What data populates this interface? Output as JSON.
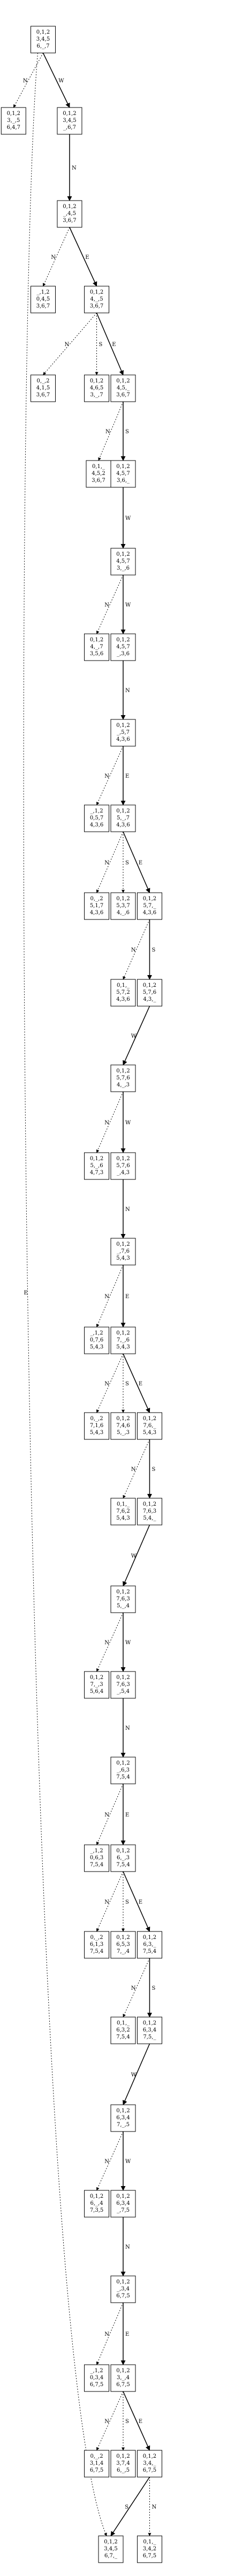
{
  "nodes": [
    {
      "id": "n0",
      "lines": [
        "0,1,2",
        "3,4,5",
        "6,_,7"
      ]
    },
    {
      "id": "n1",
      "lines": [
        "0,1,2",
        "3,_,5",
        "6,4,7"
      ]
    },
    {
      "id": "n2",
      "lines": [
        "0,1,2",
        "3,4,5",
        "_,6,7"
      ]
    },
    {
      "id": "n3",
      "lines": [
        "0,1,2",
        "_,4,5",
        "3,6,7"
      ]
    },
    {
      "id": "n4",
      "lines": [
        "_,1,2",
        "0,4,5",
        "3,6,7"
      ]
    },
    {
      "id": "n5",
      "lines": [
        "0,1,2",
        "4,_,5",
        "3,6,7"
      ]
    },
    {
      "id": "n6",
      "lines": [
        "0,_,2",
        "4,1,5",
        "3,6,7"
      ]
    },
    {
      "id": "n7",
      "lines": [
        "0,1,2",
        "4,6,5",
        "3,_,7"
      ]
    },
    {
      "id": "n8",
      "lines": [
        "0,1,2",
        "4,5,_",
        "3,6,7"
      ]
    },
    {
      "id": "n9",
      "lines": [
        "0,1,_",
        "4,5,2",
        "3,6,7"
      ]
    },
    {
      "id": "n10",
      "lines": [
        "0,1,2",
        "4,5,7",
        "3,6,_"
      ]
    },
    {
      "id": "n11",
      "lines": [
        "0,1,2",
        "4,5,7",
        "3,_,6"
      ]
    },
    {
      "id": "n12",
      "lines": [
        "0,1,2",
        "4,_,7",
        "3,5,6"
      ]
    },
    {
      "id": "n13",
      "lines": [
        "0,1,2",
        "4,5,7",
        "_,3,6"
      ]
    },
    {
      "id": "n14",
      "lines": [
        "0,1,2",
        "_,5,7",
        "4,3,6"
      ]
    },
    {
      "id": "n15",
      "lines": [
        "_,1,2",
        "0,5,7",
        "4,3,6"
      ]
    },
    {
      "id": "n16",
      "lines": [
        "0,1,2",
        "5,_,7",
        "4,3,6"
      ]
    },
    {
      "id": "n17",
      "lines": [
        "0,_,2",
        "5,1,7",
        "4,3,6"
      ]
    },
    {
      "id": "n18",
      "lines": [
        "0,1,2",
        "5,3,7",
        "4,_,6"
      ]
    },
    {
      "id": "n19",
      "lines": [
        "0,1,2",
        "5,7,_",
        "4,3,6"
      ]
    },
    {
      "id": "n20",
      "lines": [
        "0,1,_",
        "5,7,2",
        "4,3,6"
      ]
    },
    {
      "id": "n21",
      "lines": [
        "0,1,2",
        "5,7,6",
        "4,3,_"
      ]
    },
    {
      "id": "n22",
      "lines": [
        "0,1,2",
        "5,7,6",
        "4,_,3"
      ]
    },
    {
      "id": "n23",
      "lines": [
        "0,1,2",
        "5,_,6",
        "4,7,3"
      ]
    },
    {
      "id": "n24",
      "lines": [
        "0,1,2",
        "5,7,6",
        "_,4,3"
      ]
    },
    {
      "id": "n25",
      "lines": [
        "0,1,2",
        "_,7,6",
        "5,4,3"
      ]
    },
    {
      "id": "n26",
      "lines": [
        "_,1,2",
        "0,7,6",
        "5,4,3"
      ]
    },
    {
      "id": "n27",
      "lines": [
        "0,1,2",
        "7,_,6",
        "5,4,3"
      ]
    },
    {
      "id": "n28",
      "lines": [
        "0,_,2",
        "7,1,6",
        "5,4,3"
      ]
    },
    {
      "id": "n29",
      "lines": [
        "0,1,2",
        "7,4,6",
        "5,_,3"
      ]
    },
    {
      "id": "n30",
      "lines": [
        "0,1,2",
        "7,6,_",
        "5,4,3"
      ]
    },
    {
      "id": "n31",
      "lines": [
        "0,1,_",
        "7,6,2",
        "5,4,3"
      ]
    },
    {
      "id": "n32",
      "lines": [
        "0,1,2",
        "7,6,3",
        "5,4,_"
      ]
    },
    {
      "id": "n33",
      "lines": [
        "0,1,2",
        "7,6,3",
        "5,_,4"
      ]
    },
    {
      "id": "n34",
      "lines": [
        "0,1,2",
        "7,_,3",
        "5,6,4"
      ]
    },
    {
      "id": "n35",
      "lines": [
        "0,1,2",
        "7,6,3",
        "_,5,4"
      ]
    },
    {
      "id": "n36",
      "lines": [
        "0,1,2",
        "_,6,3",
        "7,5,4"
      ]
    },
    {
      "id": "n37",
      "lines": [
        "_,1,2",
        "0,6,3",
        "7,5,4"
      ]
    },
    {
      "id": "n38",
      "lines": [
        "0,1,2",
        "6,_,3",
        "7,5,4"
      ]
    },
    {
      "id": "n39",
      "lines": [
        "0,_,2",
        "6,1,3",
        "7,5,4"
      ]
    },
    {
      "id": "n40",
      "lines": [
        "0,1,2",
        "6,5,3",
        "7,_,4"
      ]
    },
    {
      "id": "n41",
      "lines": [
        "0,1,2",
        "6,3,_",
        "7,5,4"
      ]
    },
    {
      "id": "n42",
      "lines": [
        "0,1,_",
        "6,3,2",
        "7,5,4"
      ]
    },
    {
      "id": "n43",
      "lines": [
        "0,1,2",
        "6,3,4",
        "7,5,_"
      ]
    },
    {
      "id": "n44",
      "lines": [
        "0,1,2",
        "6,3,4",
        "7,_,5"
      ]
    },
    {
      "id": "n45",
      "lines": [
        "0,1,2",
        "6,_,4",
        "7,3,5"
      ]
    },
    {
      "id": "n46",
      "lines": [
        "0,1,2",
        "6,3,4",
        "_,7,5"
      ]
    },
    {
      "id": "n47",
      "lines": [
        "0,1,2",
        "_,3,4",
        "6,7,5"
      ]
    },
    {
      "id": "n48",
      "lines": [
        "_,1,2",
        "0,3,4",
        "6,7,5"
      ]
    },
    {
      "id": "n49",
      "lines": [
        "0,1,2",
        "3,_,4",
        "6,7,5"
      ]
    },
    {
      "id": "n50",
      "lines": [
        "0,_,2",
        "3,1,4",
        "6,7,5"
      ]
    },
    {
      "id": "n51",
      "lines": [
        "0,1,2",
        "3,7,4",
        "6,_,5"
      ]
    },
    {
      "id": "n52",
      "lines": [
        "0,1,2",
        "3,4,_",
        "6,7,5"
      ]
    },
    {
      "id": "n53",
      "lines": [
        "0,1,_",
        "3,4,2",
        "6,7,5"
      ]
    },
    {
      "id": "n54",
      "lines": [
        "0,1,2",
        "3,4,5",
        "6,7,_"
      ]
    }
  ],
  "edges": [
    {
      "from": "n0",
      "to": "n1",
      "label": "N",
      "style": "dotted"
    },
    {
      "from": "n0",
      "to": "n2",
      "label": "W",
      "style": "solid"
    },
    {
      "from": "n0",
      "to": "n54",
      "label": "E",
      "style": "dotted"
    },
    {
      "from": "n2",
      "to": "n3",
      "label": "N",
      "style": "solid"
    },
    {
      "from": "n3",
      "to": "n4",
      "label": "N",
      "style": "dotted"
    },
    {
      "from": "n3",
      "to": "n5",
      "label": "E",
      "style": "solid"
    },
    {
      "from": "n5",
      "to": "n6",
      "label": "N",
      "style": "dotted"
    },
    {
      "from": "n5",
      "to": "n7",
      "label": "S",
      "style": "dotted"
    },
    {
      "from": "n5",
      "to": "n8",
      "label": "E",
      "style": "solid"
    },
    {
      "from": "n8",
      "to": "n9",
      "label": "N",
      "style": "dotted"
    },
    {
      "from": "n8",
      "to": "n10",
      "label": "S",
      "style": "solid"
    },
    {
      "from": "n10",
      "to": "n11",
      "label": "W",
      "style": "solid"
    },
    {
      "from": "n11",
      "to": "n12",
      "label": "N",
      "style": "dotted"
    },
    {
      "from": "n11",
      "to": "n13",
      "label": "W",
      "style": "solid"
    },
    {
      "from": "n13",
      "to": "n14",
      "label": "N",
      "style": "solid"
    },
    {
      "from": "n14",
      "to": "n15",
      "label": "N",
      "style": "dotted"
    },
    {
      "from": "n14",
      "to": "n16",
      "label": "E",
      "style": "solid"
    },
    {
      "from": "n16",
      "to": "n17",
      "label": "N",
      "style": "dotted"
    },
    {
      "from": "n16",
      "to": "n18",
      "label": "S",
      "style": "dotted"
    },
    {
      "from": "n16",
      "to": "n19",
      "label": "E",
      "style": "solid"
    },
    {
      "from": "n19",
      "to": "n20",
      "label": "N",
      "style": "dotted"
    },
    {
      "from": "n19",
      "to": "n21",
      "label": "S",
      "style": "solid"
    },
    {
      "from": "n21",
      "to": "n22",
      "label": "W",
      "style": "solid"
    },
    {
      "from": "n22",
      "to": "n23",
      "label": "N",
      "style": "dotted"
    },
    {
      "from": "n22",
      "to": "n24",
      "label": "W",
      "style": "solid"
    },
    {
      "from": "n24",
      "to": "n25",
      "label": "N",
      "style": "solid"
    },
    {
      "from": "n25",
      "to": "n26",
      "label": "N",
      "style": "dotted"
    },
    {
      "from": "n25",
      "to": "n27",
      "label": "E",
      "style": "solid"
    },
    {
      "from": "n27",
      "to": "n28",
      "label": "N",
      "style": "dotted"
    },
    {
      "from": "n27",
      "to": "n29",
      "label": "S",
      "style": "dotted"
    },
    {
      "from": "n27",
      "to": "n30",
      "label": "E",
      "style": "solid"
    },
    {
      "from": "n30",
      "to": "n31",
      "label": "N",
      "style": "dotted"
    },
    {
      "from": "n30",
      "to": "n32",
      "label": "S",
      "style": "solid"
    },
    {
      "from": "n32",
      "to": "n33",
      "label": "W",
      "style": "solid"
    },
    {
      "from": "n33",
      "to": "n34",
      "label": "N",
      "style": "dotted"
    },
    {
      "from": "n33",
      "to": "n35",
      "label": "W",
      "style": "solid"
    },
    {
      "from": "n35",
      "to": "n36",
      "label": "N",
      "style": "solid"
    },
    {
      "from": "n36",
      "to": "n37",
      "label": "N",
      "style": "dotted"
    },
    {
      "from": "n36",
      "to": "n38",
      "label": "E",
      "style": "solid"
    },
    {
      "from": "n38",
      "to": "n39",
      "label": "N",
      "style": "dotted"
    },
    {
      "from": "n38",
      "to": "n40",
      "label": "S",
      "style": "dotted"
    },
    {
      "from": "n38",
      "to": "n41",
      "label": "E",
      "style": "solid"
    },
    {
      "from": "n41",
      "to": "n42",
      "label": "N",
      "style": "dotted"
    },
    {
      "from": "n41",
      "to": "n43",
      "label": "S",
      "style": "solid"
    },
    {
      "from": "n43",
      "to": "n44",
      "label": "W",
      "style": "solid"
    },
    {
      "from": "n44",
      "to": "n45",
      "label": "N",
      "style": "dotted"
    },
    {
      "from": "n44",
      "to": "n46",
      "label": "W",
      "style": "solid"
    },
    {
      "from": "n46",
      "to": "n47",
      "label": "N",
      "style": "solid"
    },
    {
      "from": "n47",
      "to": "n48",
      "label": "N",
      "style": "dotted"
    },
    {
      "from": "n47",
      "to": "n49",
      "label": "E",
      "style": "solid"
    },
    {
      "from": "n49",
      "to": "n50",
      "label": "N",
      "style": "dotted"
    },
    {
      "from": "n49",
      "to": "n51",
      "label": "S",
      "style": "dotted"
    },
    {
      "from": "n49",
      "to": "n52",
      "label": "E",
      "style": "solid"
    },
    {
      "from": "n52",
      "to": "n53",
      "label": "N",
      "style": "dotted"
    },
    {
      "from": "n52",
      "to": "n54",
      "label": "S",
      "style": "solid"
    }
  ]
}
